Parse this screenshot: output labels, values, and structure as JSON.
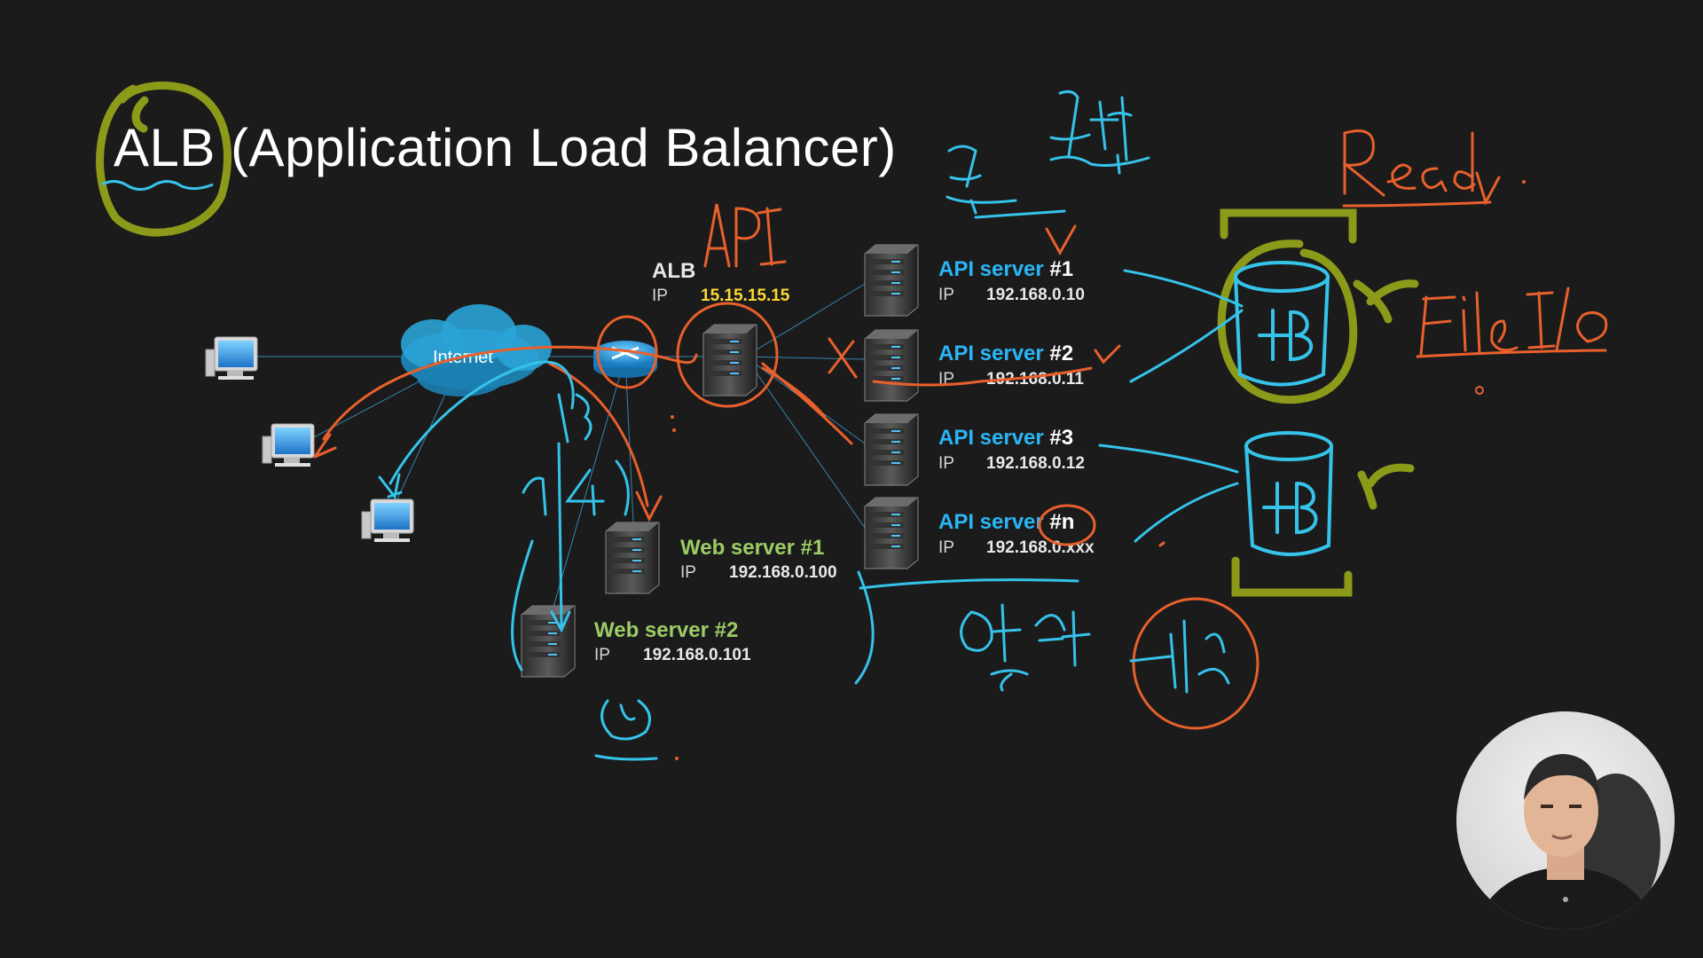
{
  "slide": {
    "title": "ALB (Application Load Balancer)"
  },
  "diagram": {
    "internet": {
      "label": "Internet"
    },
    "alb": {
      "name": "ALB",
      "ip_key": "IP",
      "ip": "15.15.15.15"
    },
    "api_servers": [
      {
        "name": "API server ",
        "num": "#1",
        "ip_key": "IP",
        "ip": "192.168.0.10"
      },
      {
        "name": "API server ",
        "num": "#2",
        "ip_key": "IP",
        "ip": "192.168.0.11"
      },
      {
        "name": "API server ",
        "num": "#3",
        "ip_key": "IP",
        "ip": "192.168.0.12"
      },
      {
        "name": "API server ",
        "num": "#n",
        "ip_key": "IP",
        "ip": "192.168.0.xxx"
      }
    ],
    "web_servers": [
      {
        "name": "Web server #1",
        "ip_key": "IP",
        "ip": "192.168.0.100"
      },
      {
        "name": "Web server #2",
        "ip_key": "IP",
        "ip": "192.168.0.101"
      }
    ]
  },
  "colors": {
    "background": "#1b1b1b",
    "api_label": "#29b6f6",
    "web_label": "#9ccc65",
    "alb_ip": "#fdd835",
    "ink_orange": "#e8602c",
    "ink_cyan": "#35c3ea",
    "ink_olive": "#8c9a1a"
  }
}
